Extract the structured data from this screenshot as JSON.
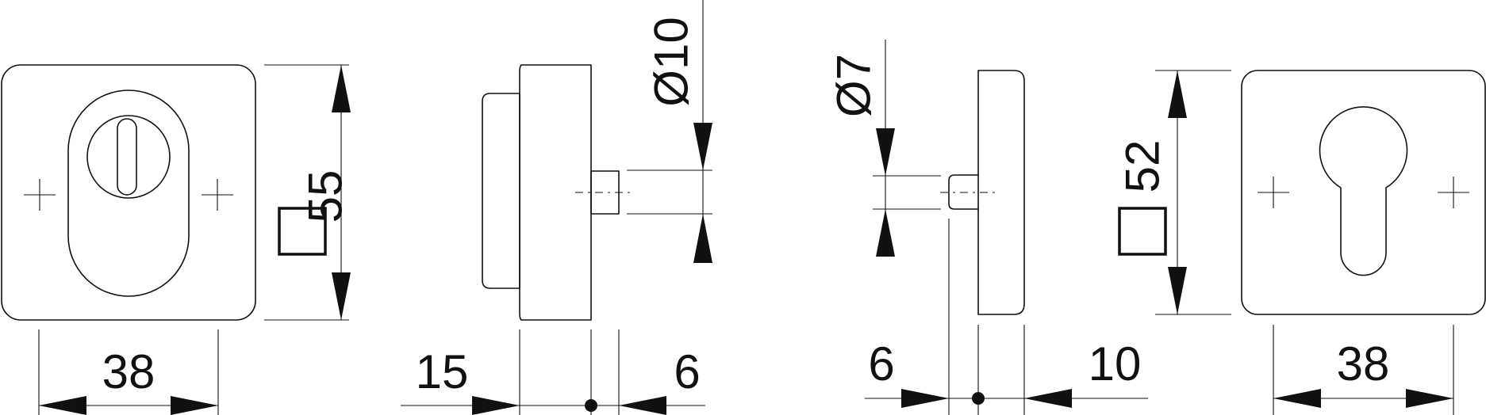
{
  "drawing": {
    "rose_front": {
      "width_label": "38",
      "height_label": "55"
    },
    "rose_side": {
      "depth_label": "15",
      "spindle_length_label": "6",
      "spindle_diameter_label": "Ø10"
    },
    "counter_side": {
      "pin_length_label": "6",
      "depth_label": "10",
      "pin_diameter_label": "Ø7"
    },
    "counter_front": {
      "width_label": "38",
      "height_label": "52"
    }
  }
}
